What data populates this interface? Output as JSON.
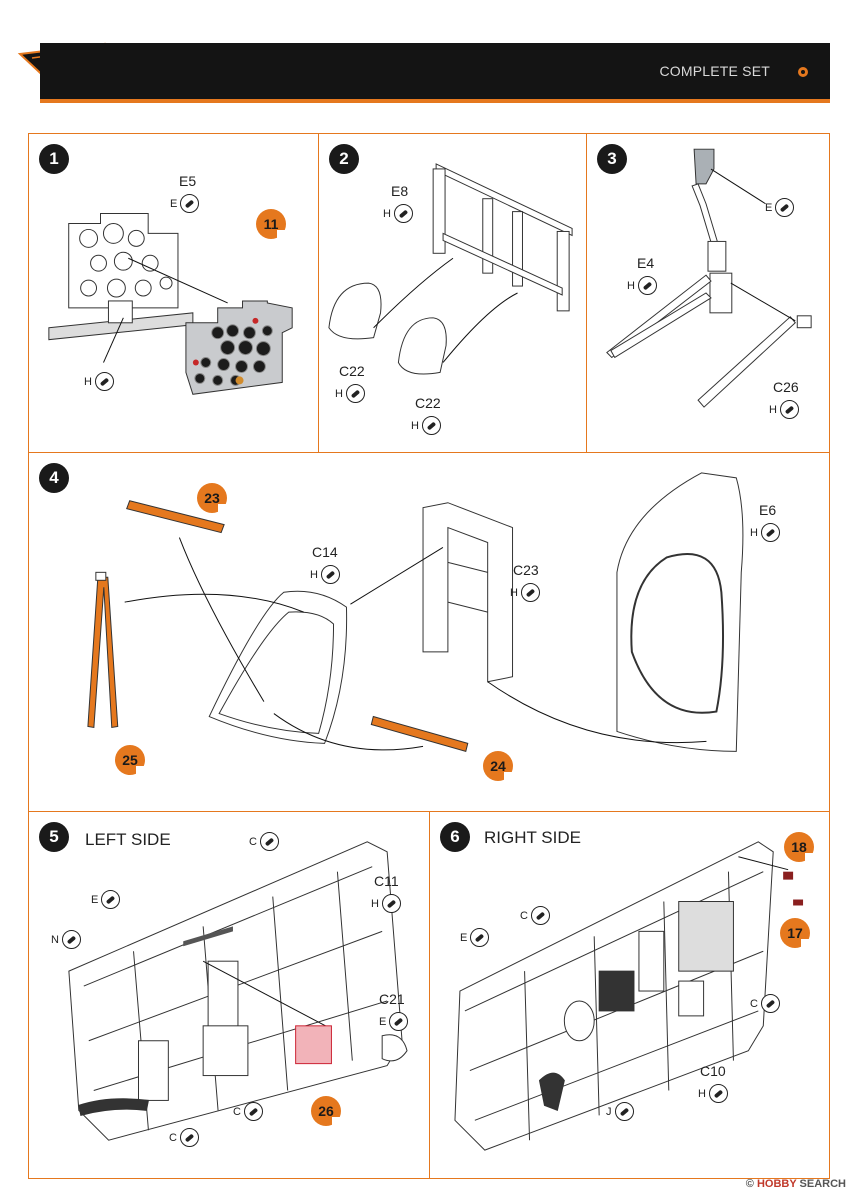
{
  "header": {
    "title": "COMPLETE SET",
    "brand_colors": {
      "accent": "#e5781e",
      "band": "#141414"
    }
  },
  "steps": [
    {
      "number": "1"
    },
    {
      "number": "2"
    },
    {
      "number": "3"
    },
    {
      "number": "4"
    },
    {
      "number": "5",
      "heading": "LEFT SIDE"
    },
    {
      "number": "6",
      "heading": "RIGHT SIDE"
    }
  ],
  "parts": {
    "p1_e5": "E5",
    "p1_e5_code": "E",
    "p1_h_code": "H",
    "p2_e8": "E8",
    "p2_e8_code": "H",
    "p2_c22a": "C22",
    "p2_c22a_code": "H",
    "p2_c22b": "C22",
    "p2_c22b_code": "H",
    "p3_e_code": "E",
    "p3_e4": "E4",
    "p3_e4_code": "H",
    "p3_c26": "C26",
    "p3_c26_code": "H",
    "p4_c14": "C14",
    "p4_c14_code": "H",
    "p4_c23": "C23",
    "p4_c23_code": "H",
    "p4_e6": "E6",
    "p4_e6_code": "H",
    "p5_c_top_code": "C",
    "p5_c11": "C11",
    "p5_c11_code": "H",
    "p5_e_code": "E",
    "p5_n_code": "N",
    "p5_c21": "C21",
    "p5_c21_code": "E",
    "p5_c_mid_code": "C",
    "p5_c_bot_code": "C",
    "p6_c_top_code": "C",
    "p6_e_code": "E",
    "p6_c_right_code": "C",
    "p6_c10": "C10",
    "p6_c10_code": "H",
    "p6_j_code": "J"
  },
  "decals": {
    "d11": "11",
    "d23": "23",
    "d24": "24",
    "d25": "25",
    "d26": "26",
    "d17": "17",
    "d18": "18"
  },
  "watermark": {
    "brand": "HOBBY",
    "rest": "SEARCH",
    "symbol": "©"
  }
}
